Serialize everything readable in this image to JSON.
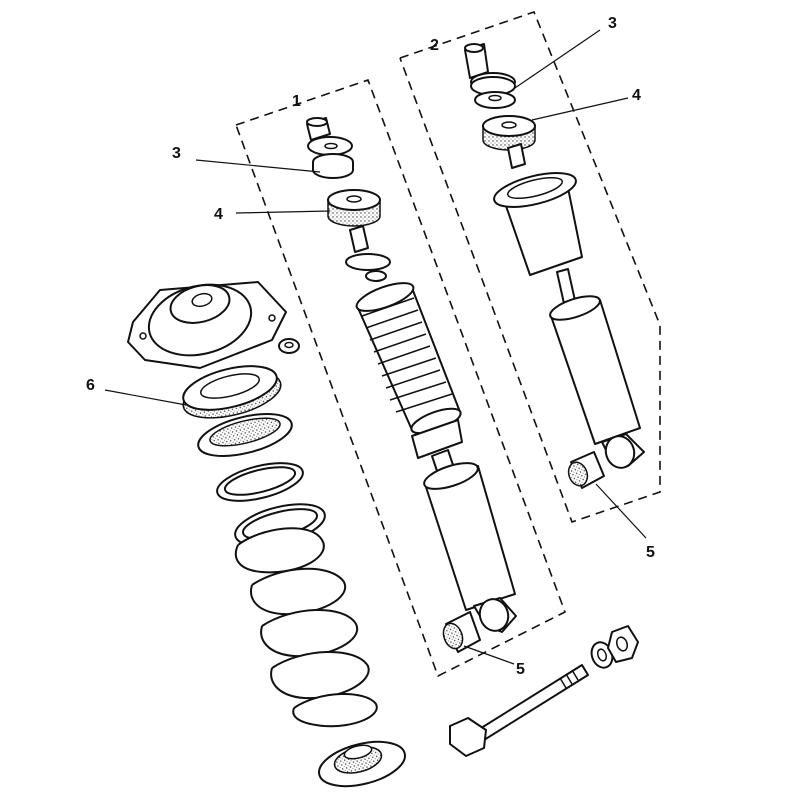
{
  "diagram": {
    "type": "exploded-parts-view",
    "callouts": {
      "assembly_front": "1",
      "assembly_rear": "2",
      "washer_front": "3",
      "washer_rear": "3",
      "bush_front": "4",
      "bush_rear": "4",
      "eye_bush_front": "5",
      "eye_bush_rear": "5",
      "spring_seat": "6"
    },
    "colors": {
      "line": "#111111",
      "background": "#ffffff"
    }
  }
}
